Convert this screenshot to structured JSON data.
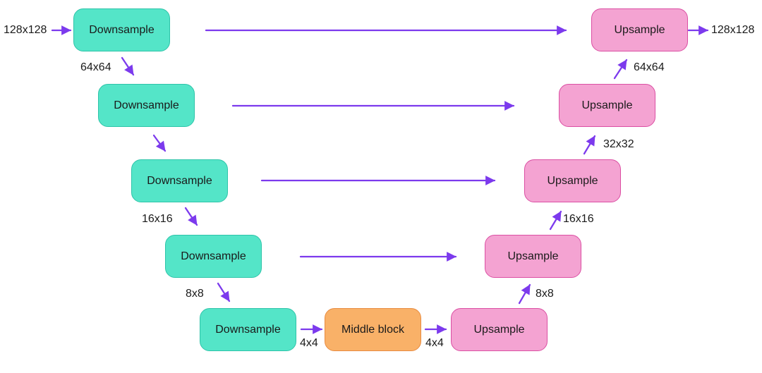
{
  "diagram": {
    "blocks": {
      "downsample": [
        "Downsample",
        "Downsample",
        "Downsample",
        "Downsample",
        "Downsample"
      ],
      "middle": "Middle block",
      "upsample": [
        "Upsample",
        "Upsample",
        "Upsample",
        "Upsample",
        "Upsample"
      ]
    },
    "io_labels": {
      "input": "128x128",
      "output": "128x128"
    },
    "size_labels": {
      "left": [
        "64x64",
        "16x16",
        "8x8"
      ],
      "bottom": [
        "4x4",
        "4x4"
      ],
      "right": [
        "8x8",
        "16x16",
        "32x32",
        "64x64"
      ]
    },
    "colors": {
      "background": "#ffffff",
      "text": "#1a1a1a",
      "arrow": "#7c3aed",
      "downsample_fill": "#54e5c8",
      "downsample_border": "#2ec4a9",
      "middle_fill": "#f9b168",
      "middle_border": "#e88b40",
      "upsample_fill": "#f4a3d2",
      "upsample_border": "#db4fa3"
    }
  }
}
